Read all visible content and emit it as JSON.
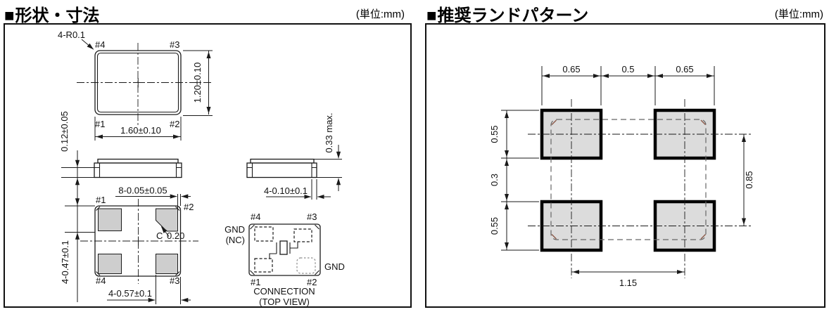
{
  "left_panel": {
    "bullet": "■",
    "title": "形状・寸法",
    "unit": "(単位:mm)",
    "top_view": {
      "pin_tl": "#4",
      "pin_tr": "#3",
      "pin_bl": "#1",
      "pin_br": "#2",
      "corner_radius": "4-R0.1",
      "width": "1.60±0.10",
      "height": "1.20±0.10"
    },
    "side_views": {
      "terminal_thickness": "0.12±0.05",
      "max_height": "0.33 max.",
      "side_margin": "8-0.05±0.05",
      "end_margin": "4-0.10±0.1"
    },
    "bottom_view": {
      "pin_tl": "#1",
      "pin_tr": "#2",
      "pin_bl": "#4",
      "pin_br": "#3",
      "pad_height": "4-0.47±0.1",
      "pad_width": "4-0.57±0.1",
      "chamfer_c": "C",
      "chamfer_value": "0.20"
    },
    "connection": {
      "pin_tl": "#4",
      "pin_tr": "#3",
      "pin_bl": "#1",
      "pin_br": "#2",
      "gnd_nc_line1": "GND",
      "gnd_nc_line2": "(NC)",
      "gnd": "GND",
      "caption_line1": "CONNECTION",
      "caption_line2": "(TOP VIEW)"
    }
  },
  "right_panel": {
    "bullet": "■",
    "title": "推奨ランドパターン",
    "unit": "(単位:mm)",
    "dims": {
      "pad_width_left": "0.65",
      "pad_gap_horizontal": "0.5",
      "pad_width_right": "0.65",
      "pad_height_top": "0.55",
      "pad_gap_vertical": "0.3",
      "pad_height_bottom": "0.55",
      "pitch_vertical": "0.85",
      "pitch_horizontal": "1.15"
    }
  },
  "colors": {
    "line": "#1a1a1a",
    "pad_fill": "#cecece",
    "land_pad_fill": "#dcdcdc",
    "outline_dash": "#666666"
  }
}
